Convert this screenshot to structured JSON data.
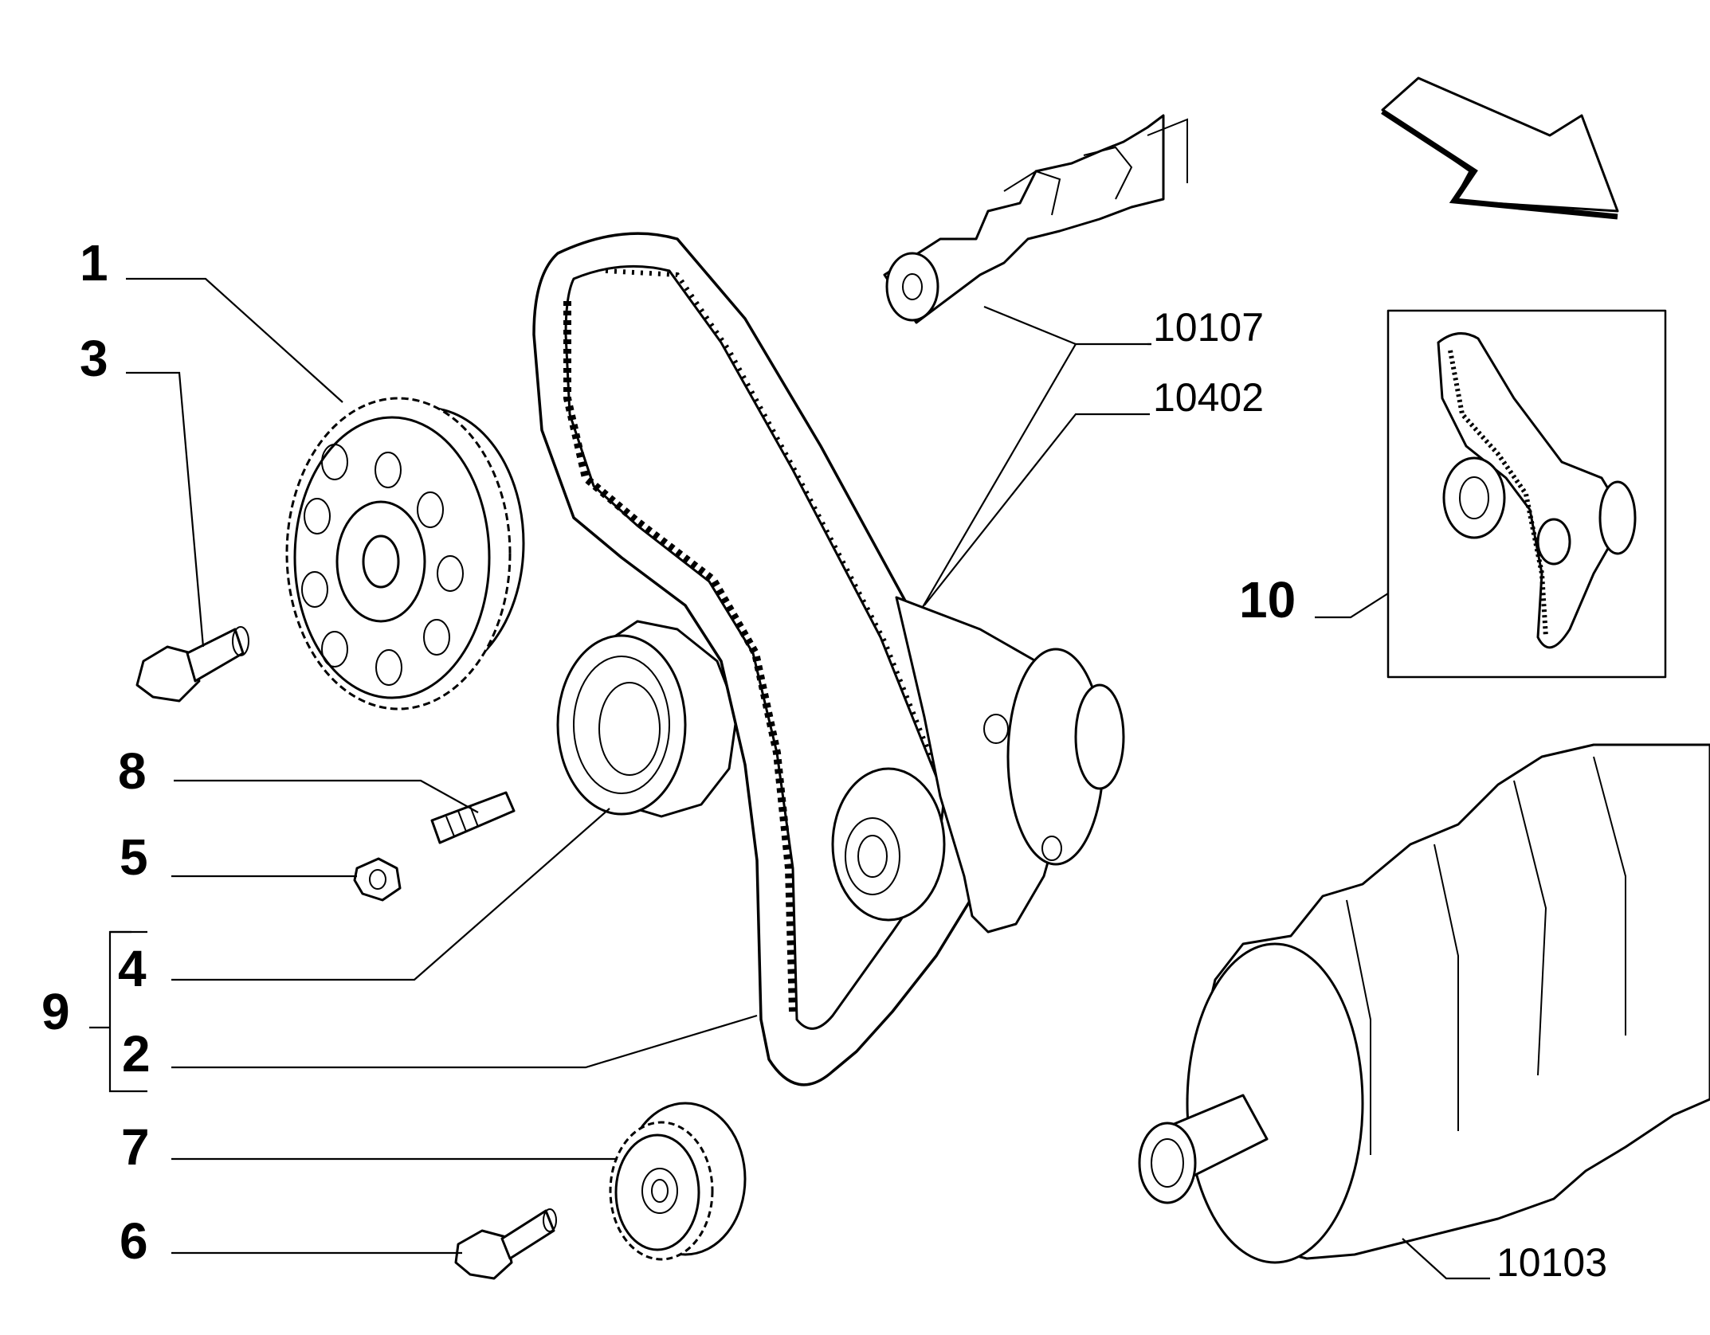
{
  "callouts": {
    "c1": "1",
    "c3": "3",
    "c8": "8",
    "c5": "5",
    "c4": "4",
    "c9": "9",
    "c2": "2",
    "c7": "7",
    "c6": "6",
    "c10": "10",
    "r10107": "10107",
    "r10402": "10402",
    "r10103": "10103"
  }
}
